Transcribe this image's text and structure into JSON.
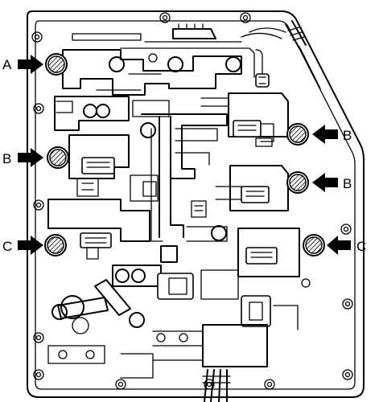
{
  "labels": {
    "a_left": "A",
    "b_left": "B",
    "c_left": "C",
    "b_right_upper": "B",
    "b_right_lower": "B",
    "c_right": "C"
  }
}
